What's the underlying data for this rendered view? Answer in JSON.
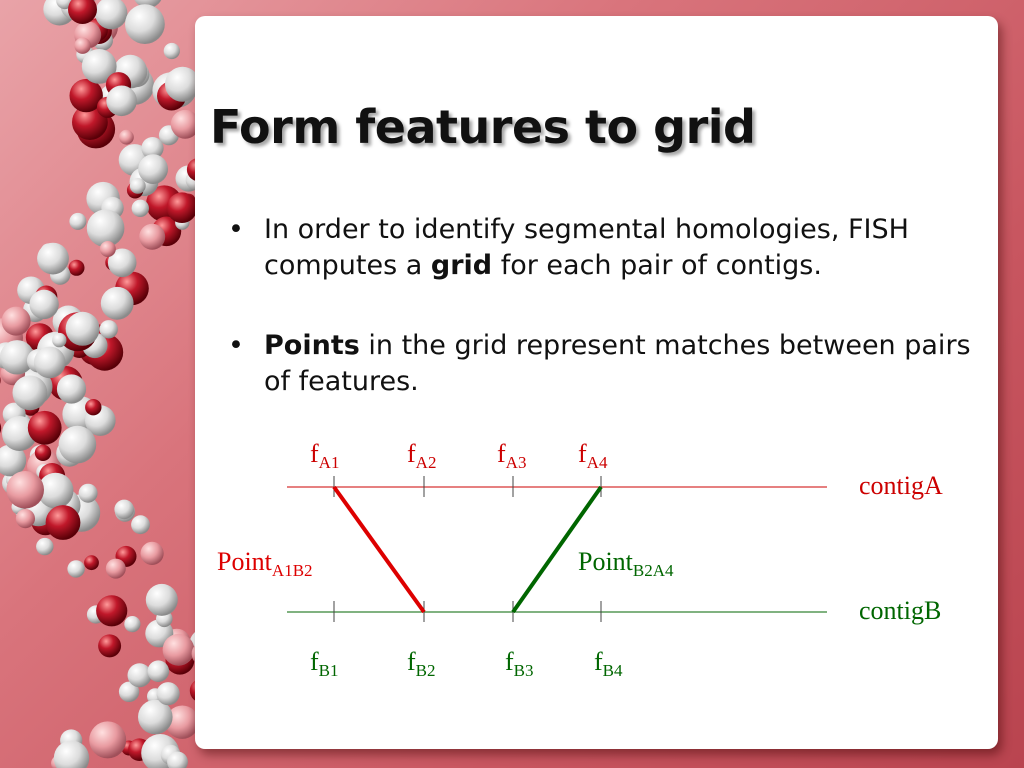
{
  "slide": {
    "title": "Form features to grid",
    "bullets": [
      {
        "bullet_glyph": "•",
        "before": "In order to identify segmental homologies, FISH computes a ",
        "bold": "grid",
        "after": " for each pair of contigs."
      },
      {
        "bullet_glyph": "•",
        "before": "",
        "bold": "Points",
        "after": " in the grid represent matches between pairs of features."
      }
    ]
  },
  "diagram": {
    "colors": {
      "contigA": "#cc0000",
      "contigB": "#006600",
      "point_a1b2": "#dd0000",
      "point_b2a4": "#006600"
    },
    "contigA": {
      "label": "contigA",
      "features": [
        {
          "base": "f",
          "sub": "A1"
        },
        {
          "base": "f",
          "sub": "A2"
        },
        {
          "base": "f",
          "sub": "A3"
        },
        {
          "base": "f",
          "sub": "A4"
        }
      ]
    },
    "contigB": {
      "label": "contigB",
      "features": [
        {
          "base": "f",
          "sub": "B1"
        },
        {
          "base": "f",
          "sub": "B2"
        },
        {
          "base": "f",
          "sub": "B3"
        },
        {
          "base": "f",
          "sub": "B4"
        }
      ]
    },
    "points": [
      {
        "base": "Point",
        "sub": "A1B2"
      },
      {
        "base": "Point",
        "sub": "B2A4"
      }
    ]
  }
}
